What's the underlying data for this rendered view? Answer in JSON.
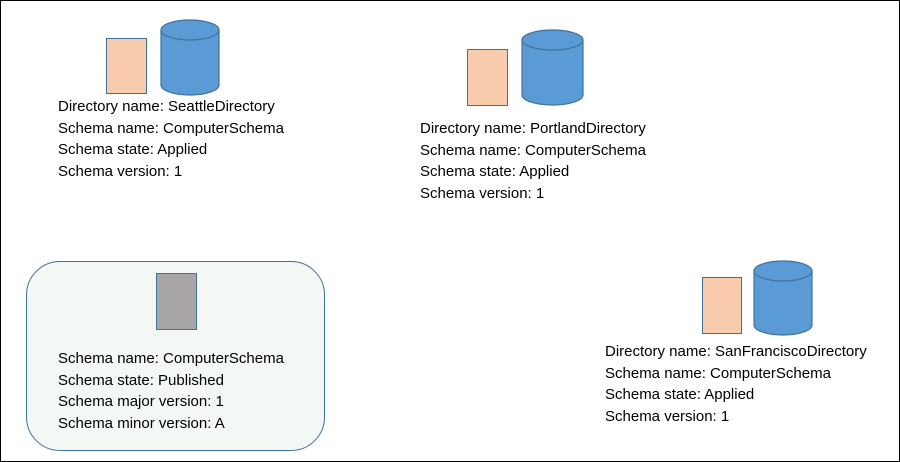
{
  "colors": {
    "directory_document_fill": "#f8cbad",
    "database_fill": "#5b9bd5",
    "database_stroke": "#41719c",
    "published_document_fill": "#a9a6a6",
    "published_panel_fill": "#f4f8f4",
    "border": "#41719c"
  },
  "directories": [
    {
      "directory_name": "Directory name: SeattleDirectory",
      "schema_name": "Schema name: ComputerSchema",
      "schema_state": "Schema state: Applied",
      "schema_version": "Schema version: 1"
    },
    {
      "directory_name": "Directory name: PortlandDirectory",
      "schema_name": "Schema name: ComputerSchema",
      "schema_state": "Schema state: Applied",
      "schema_version": "Schema version: 1"
    },
    {
      "directory_name": "Directory name: SanFranciscoDirectory",
      "schema_name": "Schema name: ComputerSchema",
      "schema_state": "Schema state: Applied",
      "schema_version": "Schema version: 1"
    }
  ],
  "published_schema": {
    "schema_name": "Schema name: ComputerSchema",
    "schema_state": "Schema state: Published",
    "schema_major_version": "Schema major version: 1",
    "schema_minor_version": "Schema minor version: A"
  }
}
